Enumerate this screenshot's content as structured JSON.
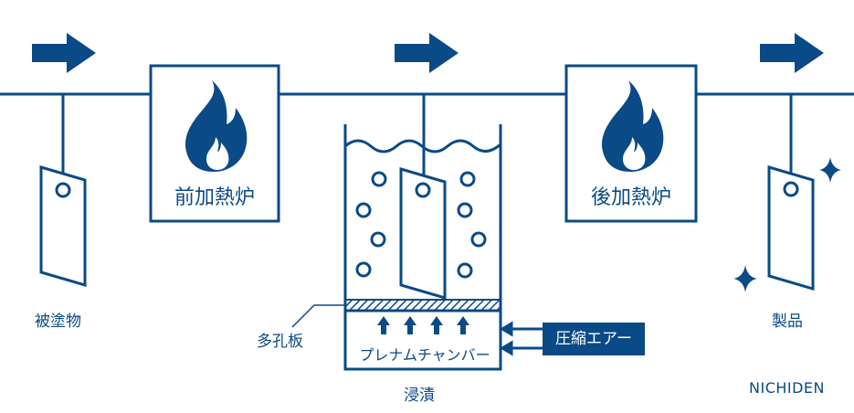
{
  "labels": {
    "workpiece": "被塗物",
    "preheat_furnace": "前加熱炉",
    "perforated_plate": "多孔板",
    "plenum_chamber": "プレナムチャンバー",
    "compressed_air": "圧縮エアー",
    "immersion": "浸漬",
    "postheat_furnace": "後加熱炉",
    "product": "製品"
  },
  "brand": "NICHIDEN",
  "colors": {
    "primary": "#0a4a86",
    "background": "#ffffff"
  },
  "icons": [
    "arrow-right-icon",
    "flame-icon",
    "sparkle-icon",
    "arrow-up-icon",
    "arrow-left-icon"
  ]
}
